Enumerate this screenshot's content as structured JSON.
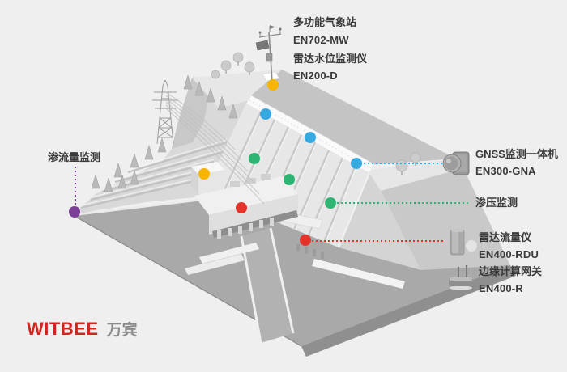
{
  "colors": {
    "yellow": "#f7b500",
    "blue": "#36a9e1",
    "green": "#2eb573",
    "red": "#e5332a",
    "purple": "#7c3f98",
    "brand_red": "#cf2620",
    "label_text": "#3a3a3a"
  },
  "logo": {
    "brand": "WITBEE",
    "brand_cn": "万宾"
  },
  "labels": {
    "weather_station_name": "多功能气象站",
    "weather_station_model": "EN702-MW",
    "water_level_name": "雷达水位监测仪",
    "water_level_model": "EN200-D",
    "gnss_name": "GNSS监测一体机",
    "gnss_model": "EN300-GNA",
    "seepage_pressure": "渗压监测",
    "flow_meter_name": "雷达流量仪",
    "flow_meter_model": "EN400-RDU",
    "gateway_name": "边缘计算网关",
    "gateway_model": "EN400-R",
    "seepage_flow": "渗流量监测"
  }
}
